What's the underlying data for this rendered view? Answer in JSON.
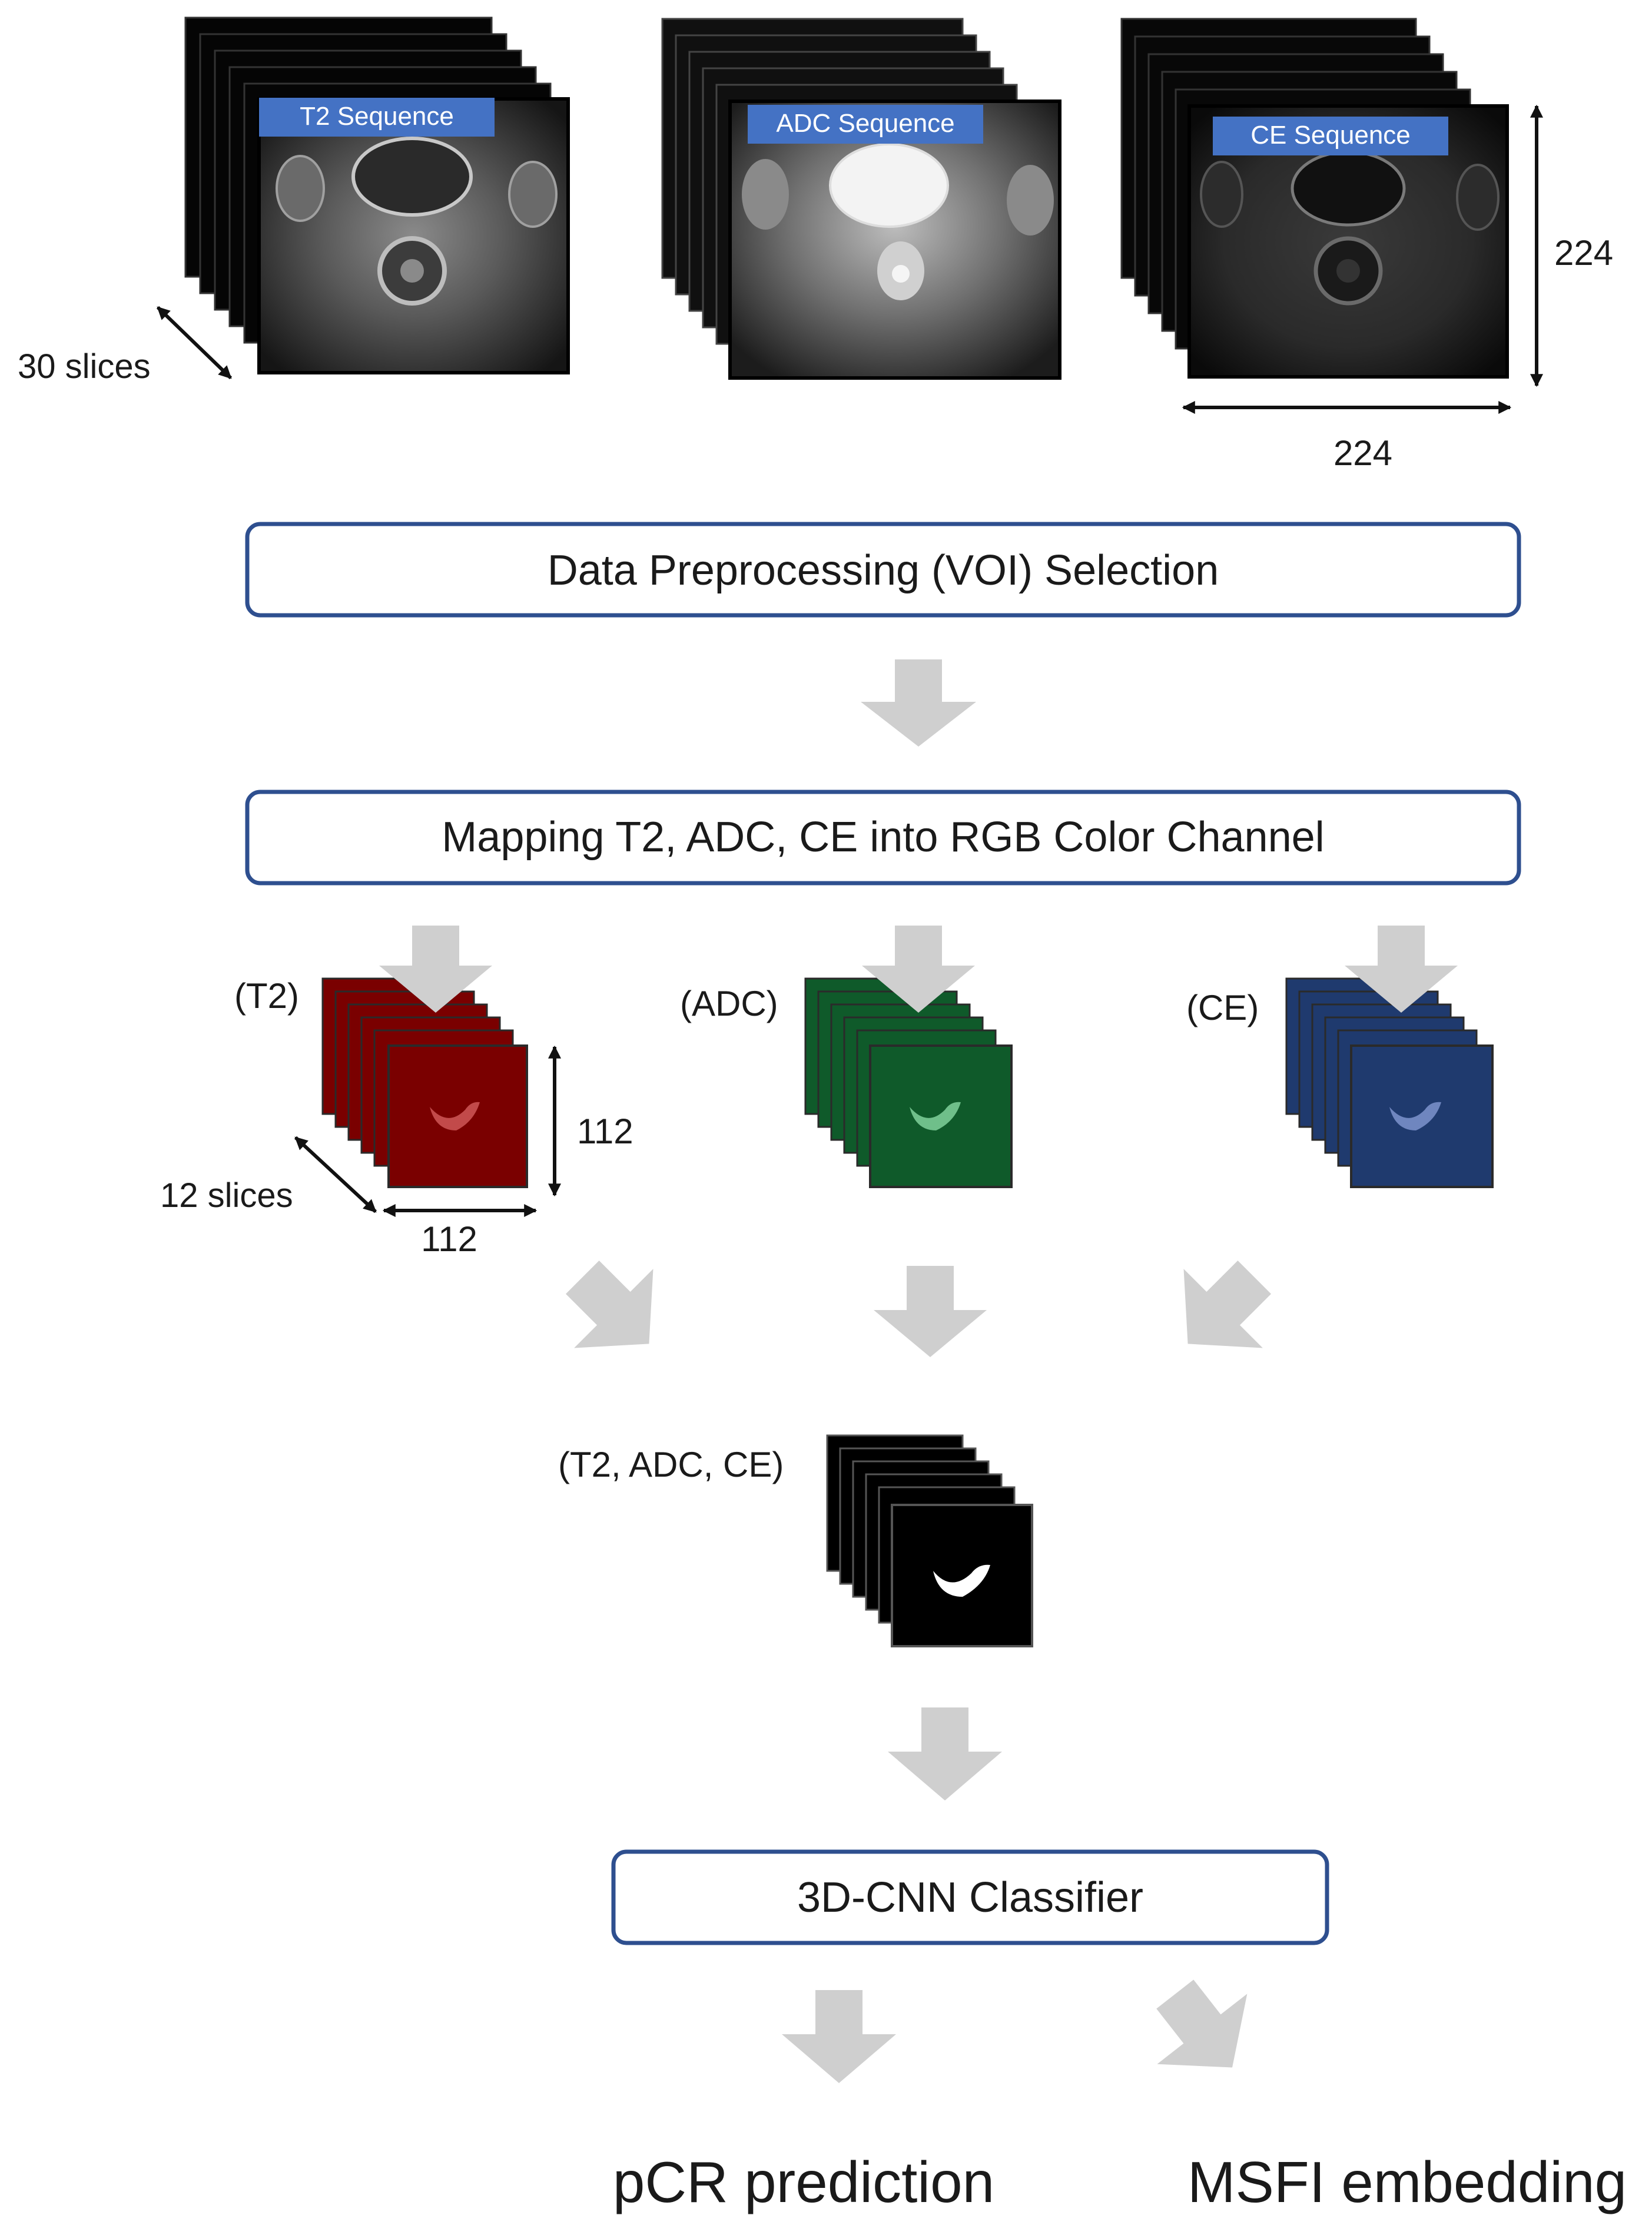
{
  "sequences": {
    "t2": "T2 Sequence",
    "adc": "ADC Sequence",
    "ce": "CE Sequence",
    "slices_label": "30 slices",
    "height_label": "224",
    "width_label": "224"
  },
  "steps": {
    "preprocessing": "Data Preprocessing (VOI) Selection",
    "mapping": "Mapping T2, ADC, CE into RGB Color Channel",
    "classifier": "3D-CNN Classifier"
  },
  "channels": {
    "t2": {
      "label": "(T2)",
      "color": "#7a0000"
    },
    "adc": {
      "label": "(ADC)",
      "color": "#0f5a2a"
    },
    "ce": {
      "label": "(CE)",
      "color": "#1f3a6e"
    },
    "slices_label": "12 slices",
    "height_label": "112",
    "width_label": "112"
  },
  "combined": {
    "label": "(T2, ADC, CE)"
  },
  "outputs": {
    "pcr": "pCR prediction",
    "msfi": "MSFI embedding"
  },
  "colors": {
    "box_border": "#2e4f8f",
    "arrow": "#cfcfcf",
    "seq_label_bg": "#4472c4"
  }
}
